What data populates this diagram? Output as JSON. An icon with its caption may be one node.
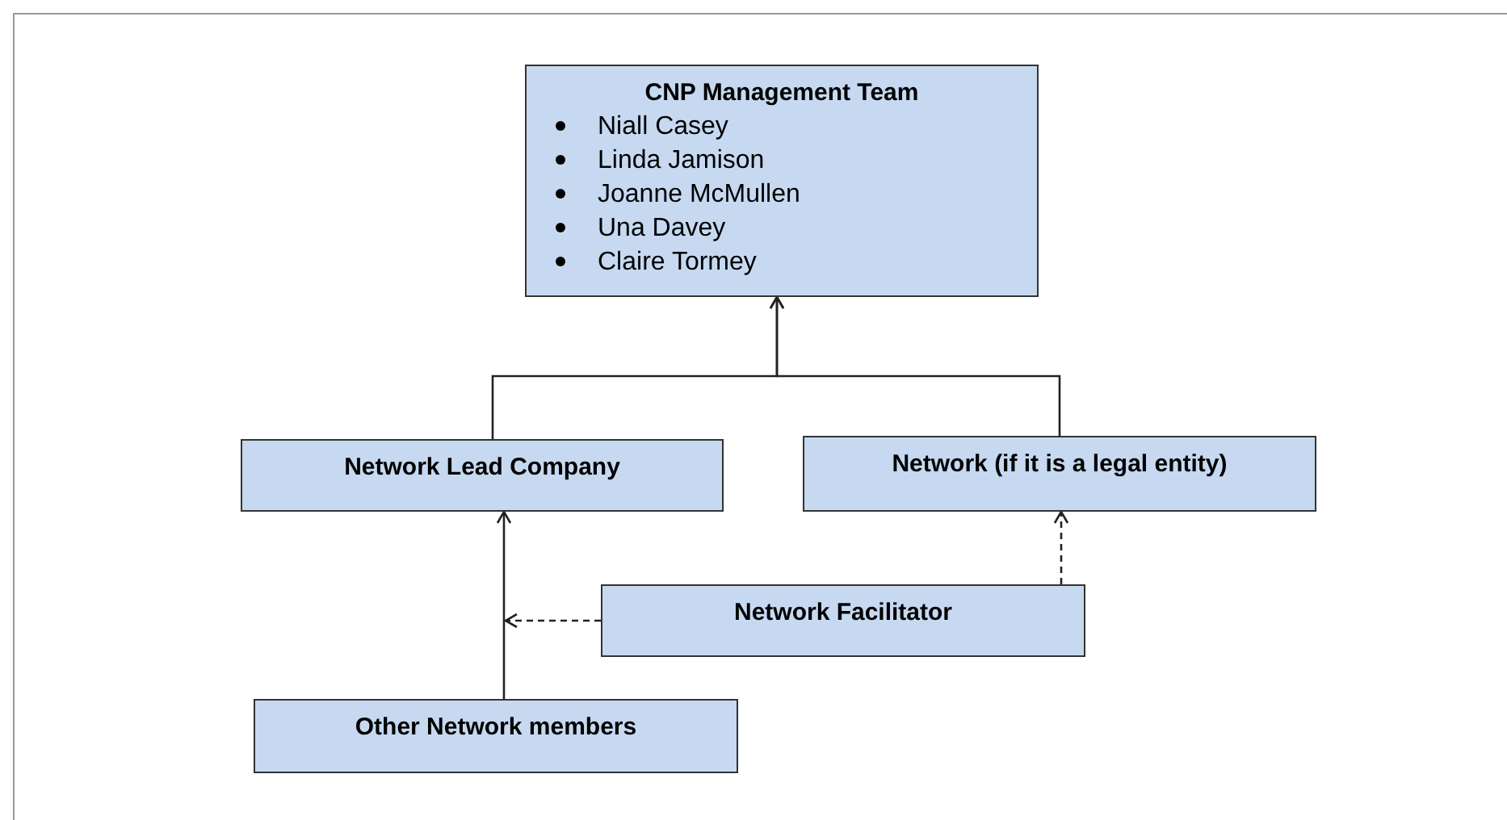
{
  "diagram": {
    "nodes": [
      {
        "text": [
          "CNP Management Team",
          "Niall Casey",
          "Linda Jamison",
          "Joanne McMullen",
          "Una Davey",
          "Claire Tormey"
        ]
      },
      {
        "text": [
          "Network Lead Company"
        ]
      },
      {
        "text": [
          "Network (if it is a legal entity)"
        ]
      },
      {
        "text": [
          "Network Facilitator"
        ]
      },
      {
        "text": [
          "Other Network members"
        ]
      }
    ],
    "edges": [
      {
        "from": 1,
        "to": 0,
        "arrow": "to"
      },
      {
        "from": 2,
        "to": 0,
        "arrow": "to"
      },
      {
        "from": 4,
        "to": 1,
        "arrow": "to"
      },
      {
        "from": 3,
        "to": null,
        "arrow": "to",
        "style": "dashed"
      },
      {
        "from": 3,
        "to": 2,
        "arrow": "to",
        "style": "dashed"
      }
    ]
  }
}
